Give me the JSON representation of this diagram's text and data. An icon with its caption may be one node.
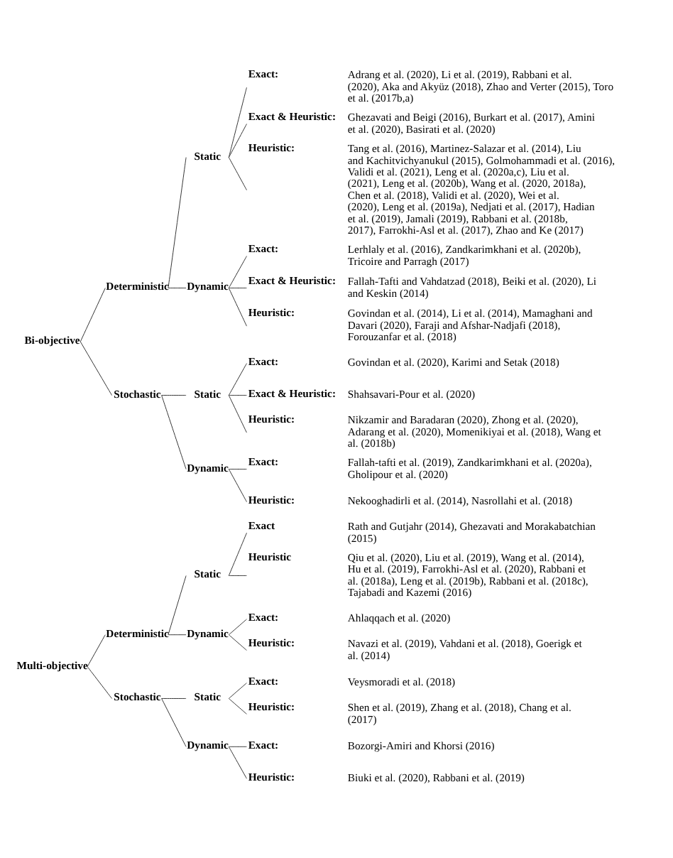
{
  "diagram": {
    "nodes": [
      {
        "text": [
          "Bi-objective"
        ]
      },
      {
        "text": [
          "Deterministic"
        ]
      },
      {
        "text": [
          "Static"
        ]
      },
      {
        "text": [
          "Exact:",
          "Adrang et al. (2020), Li et al. (2019), Rabbani et al. (2020), Aka and Akyüz (2018), Zhao and Verter (2015), Toro et al. (2017b,a)"
        ]
      },
      {
        "text": [
          "Exact & Heuristic:",
          "Ghezavati and Beigi (2016), Burkart et al. (2017), Amini et al. (2020), Basirati et al. (2020)"
        ]
      },
      {
        "text": [
          "Heuristic:",
          "Tang et al. (2016), Martinez-Salazar et al. (2014), Liu and Kachitvichyanukul (2015), Golmohammadi et al. (2016), Validi et al. (2021), Leng et al. (2020a,c), Liu et al. (2021), Leng et al. (2020b), Wang et al. (2020, 2018a), Chen et al. (2018), Validi et al. (2020), Wei et al. (2020), Leng et al. (2019a), Nedjati et al. (2017), Hadian et al. (2019), Jamali (2019), Rabbani et al. (2018b, 2017), Farrokhi-Asl et al. (2017), Zhao and Ke (2017)"
        ]
      },
      {
        "text": [
          "Dynamic"
        ]
      },
      {
        "text": [
          "Exact:",
          "Lerhlaly et al. (2016), Zandkarimkhani et al. (2020b), Tricoire and Parragh (2017)"
        ]
      },
      {
        "text": [
          "Exact & Heuristic:",
          "Fallah-Tafti and Vahdatzad (2018), Beiki et al. (2020), Li and Keskin (2014)"
        ]
      },
      {
        "text": [
          "Heuristic:",
          "Govindan et al. (2014), Li et al. (2014), Mamaghani and Davari (2020), Faraji and Afshar-Nadjafi (2018), Forouzanfar et al. (2018)"
        ]
      },
      {
        "text": [
          "Stochastic"
        ]
      },
      {
        "text": [
          "Static"
        ]
      },
      {
        "text": [
          "Exact:",
          "Govindan et al. (2020), Karimi and Setak (2018)"
        ]
      },
      {
        "text": [
          "Exact & Heuristic:",
          "Shahsavari-Pour et al. (2020)"
        ]
      },
      {
        "text": [
          "Heuristic:",
          "Nikzamir and Baradaran (2020), Zhong et al. (2020), Adarang et al. (2020), Momenikiyai et al. (2018), Wang et al. (2018b)"
        ]
      },
      {
        "text": [
          "Dynamic"
        ]
      },
      {
        "text": [
          "Exact:",
          "Fallah-tafti et al. (2019), Zandkarimkhani et al. (2020a), Gholipour et al. (2020)"
        ]
      },
      {
        "text": [
          "Heuristic:",
          "Nekooghadirli et al. (2014), Nasrollahi et al. (2018)"
        ]
      },
      {
        "text": [
          "Multi-objective"
        ]
      },
      {
        "text": [
          "Deterministic"
        ]
      },
      {
        "text": [
          "Static"
        ]
      },
      {
        "text": [
          "Exact",
          "Rath and Gutjahr (2014), Ghezavati and Morakabatchian (2015)"
        ]
      },
      {
        "text": [
          "Heuristic",
          "Qiu et al. (2020), Liu et al. (2019), Wang et al. (2014), Hu et al. (2019), Farrokhi-Asl et al. (2020), Rabbani et al. (2018a), Leng et al. (2019b), Rabbani et al. (2018c), Tajabadi and Kazemi (2016)"
        ]
      },
      {
        "text": [
          "Dynamic"
        ]
      },
      {
        "text": [
          "Exact:",
          "Ahlaqqach et al. (2020)"
        ]
      },
      {
        "text": [
          "Heuristic:",
          "Navazi et al. (2019), Vahdani et al. (2018), Goerigk et al. (2014)"
        ]
      },
      {
        "text": [
          "Stochastic"
        ]
      },
      {
        "text": [
          "Static"
        ]
      },
      {
        "text": [
          "Exact:",
          "Veysmoradi et al. (2018)"
        ]
      },
      {
        "text": [
          "Heuristic:",
          "Shen et al. (2019), Zhang et al. (2018), Chang et al. (2017)"
        ]
      },
      {
        "text": [
          "Dynamic"
        ]
      },
      {
        "text": [
          "Exact:",
          "Bozorgi-Amiri and Khorsi (2016)"
        ]
      },
      {
        "text": [
          "Heuristic:",
          "Biuki et al. (2020), Rabbani et al. (2019)"
        ]
      }
    ],
    "edges": [
      {
        "from": 0,
        "to": 1,
        "arrow": "none"
      },
      {
        "from": 1,
        "to": 2,
        "arrow": "none"
      },
      {
        "from": 2,
        "to": 3,
        "arrow": "none"
      },
      {
        "from": 2,
        "to": 4,
        "arrow": "none"
      },
      {
        "from": 2,
        "to": 5,
        "arrow": "none"
      },
      {
        "from": 1,
        "to": 6,
        "arrow": "none"
      },
      {
        "from": 6,
        "to": 7,
        "arrow": "none"
      },
      {
        "from": 6,
        "to": 8,
        "arrow": "none"
      },
      {
        "from": 6,
        "to": 9,
        "arrow": "none"
      },
      {
        "from": 0,
        "to": 10,
        "arrow": "none"
      },
      {
        "from": 10,
        "to": 11,
        "arrow": "none"
      },
      {
        "from": 11,
        "to": 12,
        "arrow": "none"
      },
      {
        "from": 11,
        "to": 13,
        "arrow": "none"
      },
      {
        "from": 11,
        "to": 14,
        "arrow": "none"
      },
      {
        "from": 10,
        "to": 15,
        "arrow": "none"
      },
      {
        "from": 15,
        "to": 16,
        "arrow": "none"
      },
      {
        "from": 15,
        "to": 17,
        "arrow": "none"
      },
      {
        "from": 18,
        "to": 19,
        "arrow": "none"
      },
      {
        "from": 19,
        "to": 20,
        "arrow": "none"
      },
      {
        "from": 20,
        "to": 21,
        "arrow": "none"
      },
      {
        "from": 20,
        "to": 22,
        "arrow": "none"
      },
      {
        "from": 19,
        "to": 23,
        "arrow": "none"
      },
      {
        "from": 23,
        "to": 24,
        "arrow": "none"
      },
      {
        "from": 23,
        "to": 25,
        "arrow": "none"
      },
      {
        "from": 18,
        "to": 26,
        "arrow": "none"
      },
      {
        "from": 26,
        "to": 27,
        "arrow": "none"
      },
      {
        "from": 27,
        "to": 28,
        "arrow": "none"
      },
      {
        "from": 27,
        "to": 29,
        "arrow": "none"
      },
      {
        "from": 26,
        "to": 30,
        "arrow": "none"
      },
      {
        "from": 30,
        "to": 31,
        "arrow": "none"
      },
      {
        "from": 30,
        "to": 32,
        "arrow": "none"
      }
    ]
  }
}
